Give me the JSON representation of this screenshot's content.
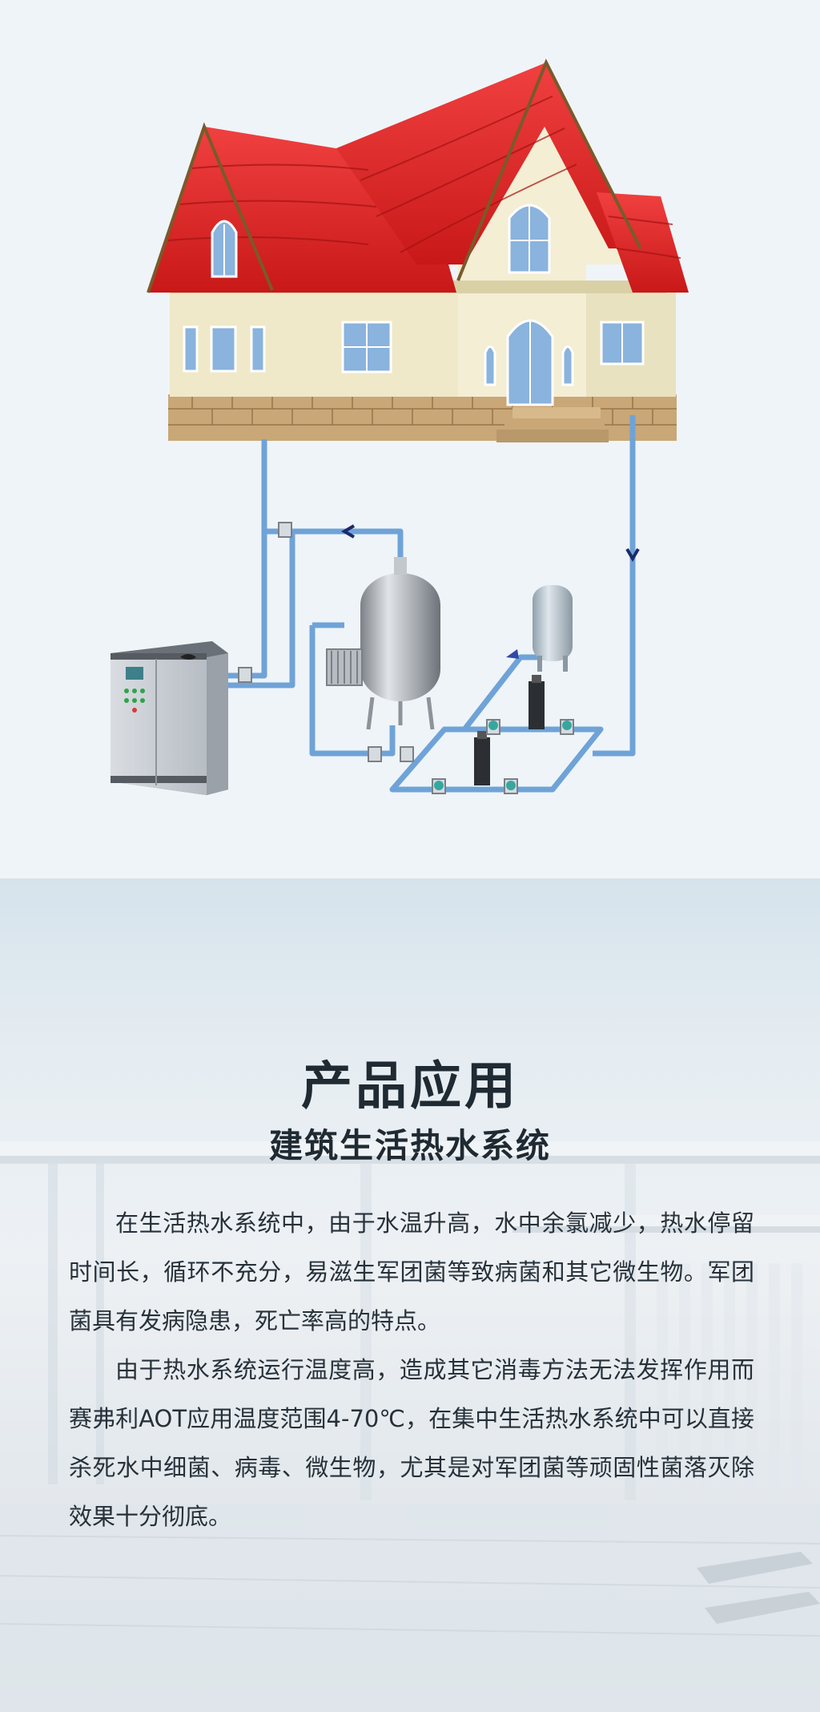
{
  "application": {
    "title": "产品应用",
    "subtitle": "建筑生活热水系统",
    "paragraphs": [
      "在生活热水系统中，由于水温升高，水中余氯减少，热水停留时间长，循环不充分，易滋生军团菌等致病菌和其它微生物。军团菌具有发病隐患，死亡率高的特点。",
      "由于热水系统运行温度高，造成其它消毒方法无法发挥作用而赛弗利AOT应用温度范围4-70℃，在集中生活热水系统中可以直接杀死水中细菌、病毒、微生物，尤其是对军团菌等顽固性菌落灭除效果十分彻底。"
    ]
  },
  "illustration": {
    "icons": [
      "house-icon",
      "control-cabinet-icon",
      "hot-water-tank-icon",
      "expansion-tank-icon",
      "circulation-pump-icon",
      "valve-icon",
      "flow-arrow-icon"
    ]
  },
  "colors": {
    "roof": "#e02424",
    "wall": "#efe9c9",
    "pipe": "#6fa3d8",
    "arrow": "#1b2a6b",
    "text": "#27313a"
  }
}
